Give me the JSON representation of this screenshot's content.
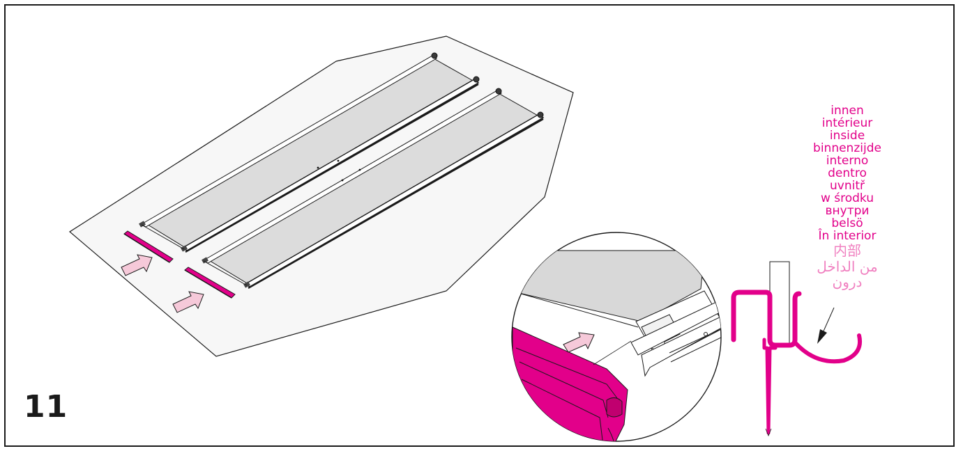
{
  "step": {
    "number": "11"
  },
  "labels": {
    "items": [
      "innen",
      "intérieur",
      "inside",
      "binnenzijde",
      "interno",
      "dentro",
      "uvnitř",
      "w środku",
      "внутри",
      "belsö",
      "În interior",
      "内部",
      "من الداخل",
      "درون"
    ]
  },
  "colors": {
    "accent": "#e2008a",
    "arrow_fill": "#f6c9d9",
    "screen_fill": "#dcdcdc",
    "line": "#1a1a1a",
    "background": "#ffffff"
  },
  "icons": {
    "arrow_left_1": "pink-arrow-icon",
    "arrow_left_2": "pink-arrow-icon",
    "arrow_detail": "pink-arrow-icon",
    "pointer_arrow": "black-arrow-icon"
  }
}
